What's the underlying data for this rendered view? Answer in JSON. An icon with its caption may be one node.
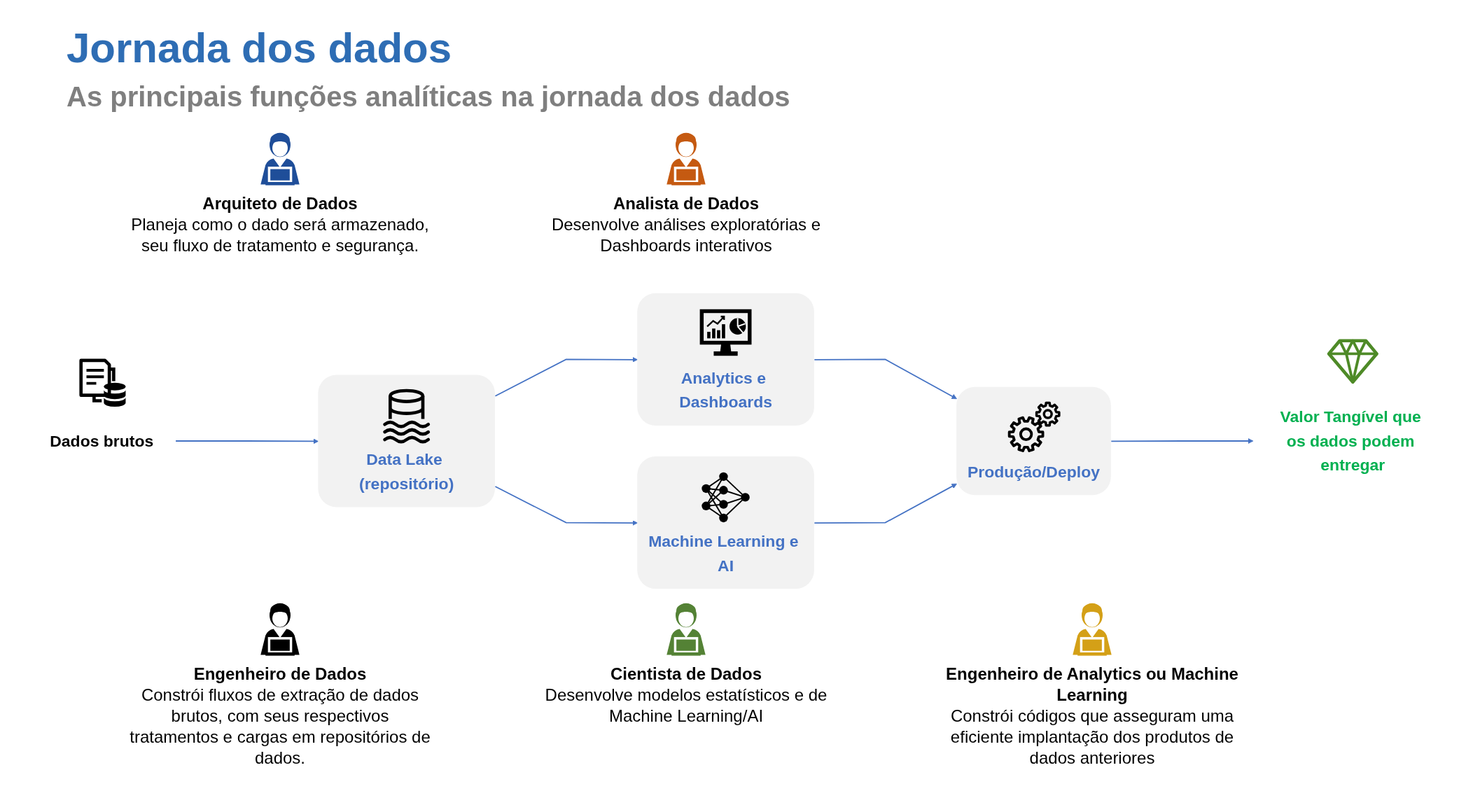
{
  "diagram": {
    "title": "Jornada dos dados",
    "nodes": [
      {
        "text": [
          "Dados brutos"
        ]
      },
      {
        "text": [
          "Data Lake (repositório)"
        ]
      },
      {
        "text": [
          "Analytics e Dashboards"
        ]
      },
      {
        "text": [
          "Machine Learning e AI"
        ]
      },
      {
        "text": [
          "Produção/Deploy"
        ]
      },
      {
        "text": [
          "Valor Tangível que os dados podem entregar"
        ]
      }
    ],
    "edges": [
      {
        "from": 0,
        "to": 1,
        "arrow": "to"
      },
      {
        "from": 1,
        "to": 2,
        "arrow": "to"
      },
      {
        "from": 1,
        "to": 3,
        "arrow": "to"
      },
      {
        "from": 2,
        "to": 4,
        "arrow": "to"
      },
      {
        "from": 3,
        "to": 4,
        "arrow": "to"
      },
      {
        "from": 4,
        "to": 5,
        "arrow": "to"
      }
    ],
    "labels": [
      "As principais funções analíticas na jornada dos dados",
      "Arquiteto de Dados",
      "Planeja como o dado será armazenado, seu fluxo de tratamento e segurança.",
      "Analista de Dados",
      "Desenvolve análises exploratórias e Dashboards interativos",
      "Engenheiro de Dados",
      "Constrói fluxos de extração de dados brutos, com seus respectivos tratamentos e cargas em repositórios de dados.",
      "Cientista de Dados",
      "Desenvolve modelos estatísticos e de Machine Learning/AI",
      "Engenheiro de Analytics ou Machine Learning",
      "Constrói códigos que asseguram uma eficiente implantação dos produtos de dados anteriores"
    ]
  }
}
